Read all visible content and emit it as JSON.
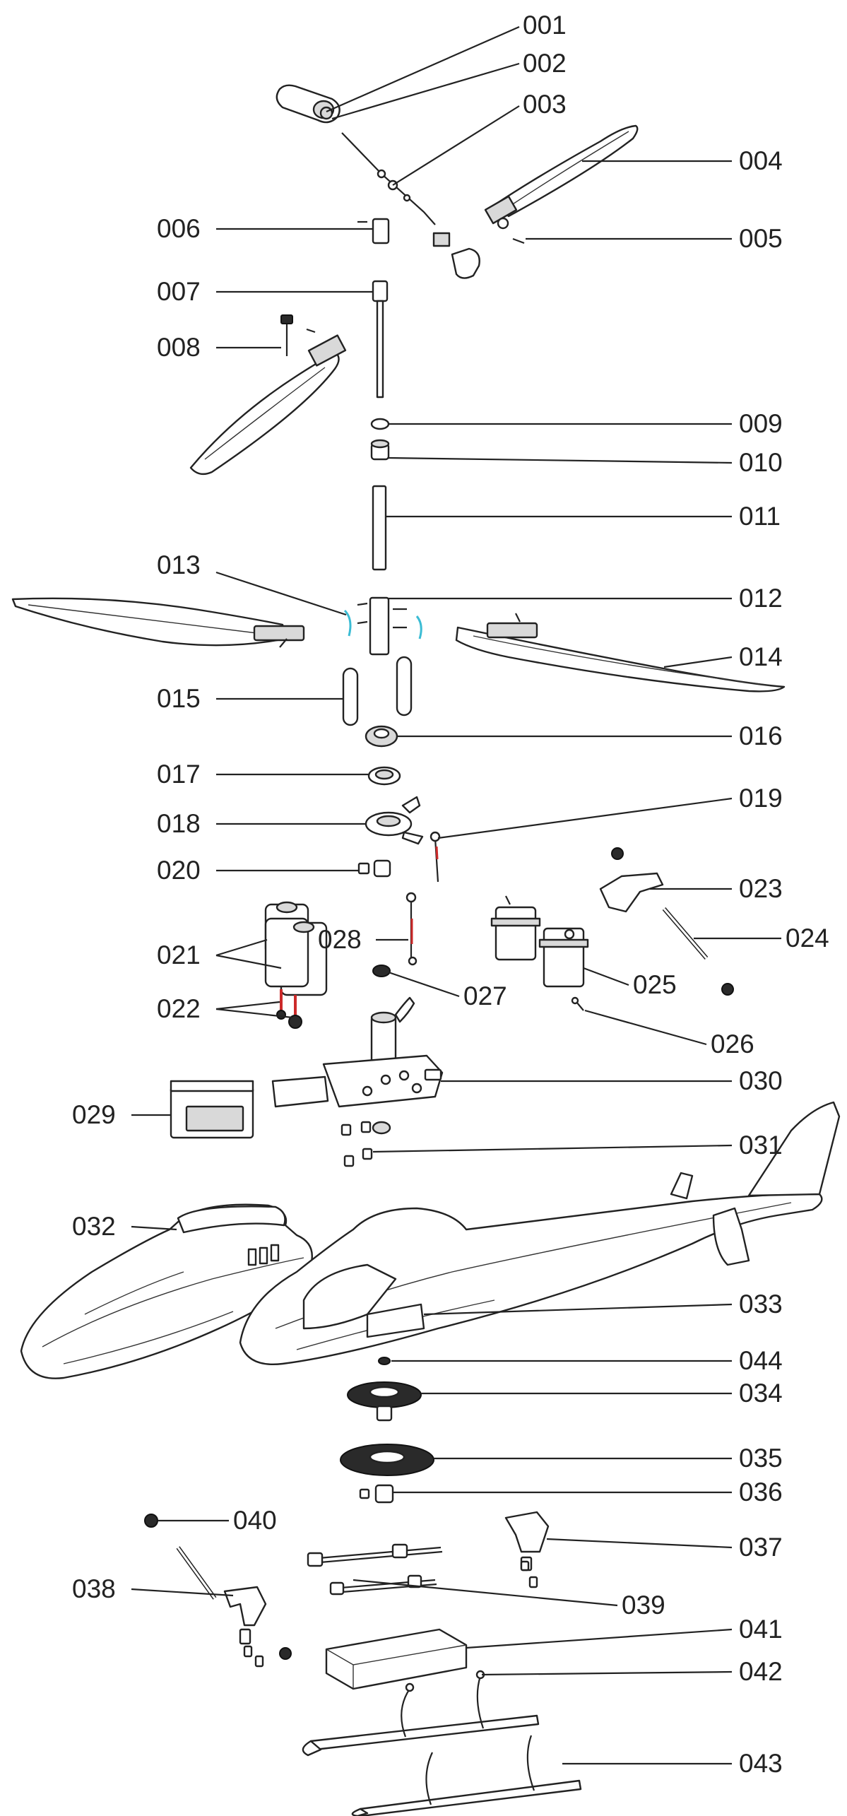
{
  "diagram": {
    "type": "exploded-parts-view",
    "parts": [
      {
        "id": "p001",
        "label": "001"
      },
      {
        "id": "p002",
        "label": "002"
      },
      {
        "id": "p003",
        "label": "003"
      },
      {
        "id": "p004",
        "label": "004"
      },
      {
        "id": "p005",
        "label": "005"
      },
      {
        "id": "p006",
        "label": "006"
      },
      {
        "id": "p007",
        "label": "007"
      },
      {
        "id": "p008",
        "label": "008"
      },
      {
        "id": "p009",
        "label": "009"
      },
      {
        "id": "p010",
        "label": "010"
      },
      {
        "id": "p011",
        "label": "011"
      },
      {
        "id": "p012",
        "label": "012"
      },
      {
        "id": "p013",
        "label": "013"
      },
      {
        "id": "p014",
        "label": "014"
      },
      {
        "id": "p015",
        "label": "015"
      },
      {
        "id": "p016",
        "label": "016"
      },
      {
        "id": "p017",
        "label": "017"
      },
      {
        "id": "p018",
        "label": "018"
      },
      {
        "id": "p019",
        "label": "019"
      },
      {
        "id": "p020",
        "label": "020"
      },
      {
        "id": "p021",
        "label": "021"
      },
      {
        "id": "p022",
        "label": "022"
      },
      {
        "id": "p023",
        "label": "023"
      },
      {
        "id": "p024",
        "label": "024"
      },
      {
        "id": "p025",
        "label": "025"
      },
      {
        "id": "p026",
        "label": "026"
      },
      {
        "id": "p027",
        "label": "027"
      },
      {
        "id": "p028",
        "label": "028"
      },
      {
        "id": "p029",
        "label": "029"
      },
      {
        "id": "p030",
        "label": "030"
      },
      {
        "id": "p031",
        "label": "031"
      },
      {
        "id": "p032",
        "label": "032"
      },
      {
        "id": "p033",
        "label": "033"
      },
      {
        "id": "p034",
        "label": "034"
      },
      {
        "id": "p035",
        "label": "035"
      },
      {
        "id": "p036",
        "label": "036"
      },
      {
        "id": "p037",
        "label": "037"
      },
      {
        "id": "p038",
        "label": "038"
      },
      {
        "id": "p039",
        "label": "039"
      },
      {
        "id": "p040",
        "label": "040"
      },
      {
        "id": "p041",
        "label": "041"
      },
      {
        "id": "p042",
        "label": "042"
      },
      {
        "id": "p043",
        "label": "043"
      },
      {
        "id": "p044",
        "label": "044"
      }
    ]
  }
}
